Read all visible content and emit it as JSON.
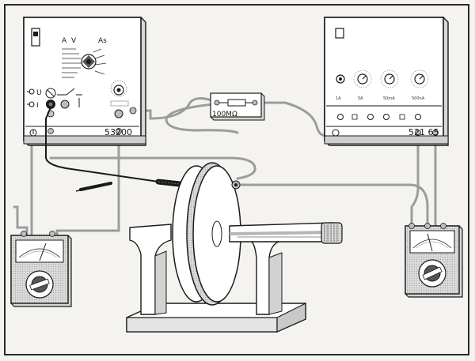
{
  "left_unit": {
    "model": "53200",
    "label_a": "A",
    "label_v": "V",
    "label_as": "As",
    "label_u": "U",
    "label_i": "I"
  },
  "right_unit": {
    "model": "521 65",
    "range_labels": [
      "1A",
      "5A",
      "50mA",
      "500nA"
    ]
  },
  "resistor": {
    "label": "100MΩ"
  },
  "colors": {
    "background": "#f4f3ef",
    "panel": "#ffffff",
    "outline": "#1a1a1a",
    "wire_grey": "#9a9a9a",
    "wire_black": "#1a1a1a"
  }
}
